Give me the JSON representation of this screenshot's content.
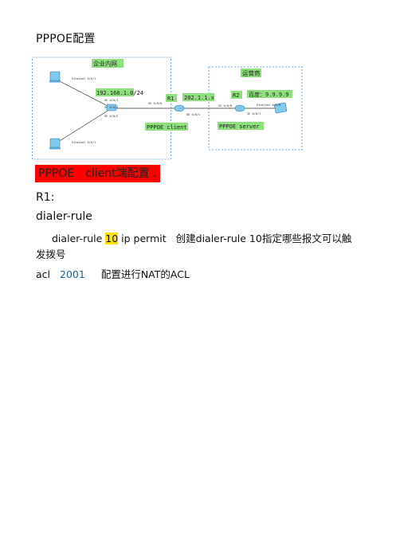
{
  "document": {
    "title": "PPPOE配置",
    "section_heading": "PPPOE　client端配置 .",
    "r1_label": "R1:",
    "dialer_heading": "dialer-rule",
    "cmd": {
      "prefix": "dialer-rule ",
      "number": "10",
      "suffix": " ip permit",
      "description_a": "创建dialer-rule 10指定哪些报文可以触",
      "description_b": "发拨号"
    },
    "acl": {
      "keyword": "acl",
      "number": "2001",
      "description": "配置进行NAT的ACL"
    }
  },
  "diagram": {
    "zone_left_label": "企业内网",
    "zone_right_label": "运营商",
    "subnet_label": "192.168.1.0/24",
    "r1_label": "R1",
    "wan_label": "202.1.1.x",
    "r2_label": "R2",
    "baidu_label": "百度：9.9.9.9",
    "client_label": "PPPOE client",
    "server_label": "PPPOE server",
    "ports": {
      "pc_top": "Ethernet 0/0/1",
      "pc_bottom": "Ethernet 0/0/1",
      "sw_up": "GE 0/0/1",
      "sw_mid": "GE 0/0/3",
      "sw_down": "GE 0/0/2",
      "r1_left": "GE 0/0/0",
      "r1_right": "GE 0/0/1",
      "r2_left": "GE 0/0/0",
      "r2_right": "GE 0/0/1",
      "server": "Ethernet 0/0/0"
    },
    "colors": {
      "zone_border": "#4a90e2",
      "tag_fill": "#8ee07c",
      "link": "#333333",
      "device": "#7fc8ee"
    }
  }
}
